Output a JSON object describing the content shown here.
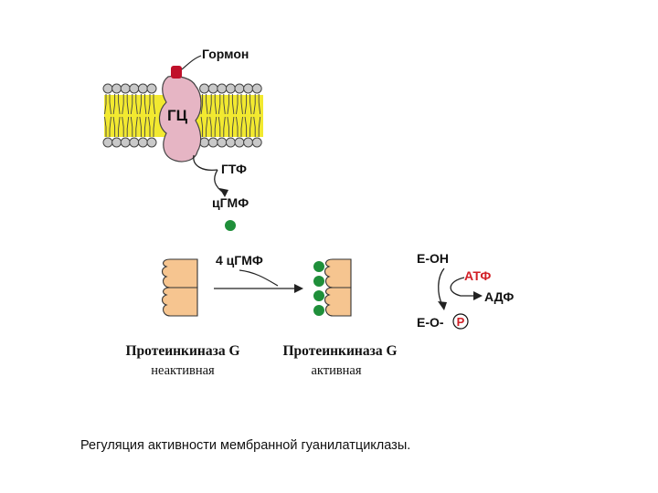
{
  "labels": {
    "hormone": "Гормон",
    "gc": "ГЦ",
    "gtp": "ГТФ",
    "cgmp": "цГМФ",
    "four_cgmp": "4 цГМФ",
    "e_oh": "Е-ОН",
    "atp": "АТФ",
    "adp": "АДФ",
    "e_o": "Е-О-",
    "phosphate": "Р",
    "pk_inactive_name": "Протеинкиназа G",
    "pk_inactive_state": "неактивная",
    "pk_active_name": "Протеинкиназа G",
    "pk_active_state": "активная"
  },
  "caption": "Регуляция активности мембранной гуанилатциклазы.",
  "colors": {
    "hormone": "#c0102a",
    "receptor": "#e6b5c4",
    "lipid_head": "#c9c9c9",
    "lipid_tail": "#f2e930",
    "protein_kinase": "#f6c590",
    "cgmp_dot": "#1f8f3a",
    "atp_text": "#d21f26",
    "phosphate_text": "#d21f26"
  }
}
